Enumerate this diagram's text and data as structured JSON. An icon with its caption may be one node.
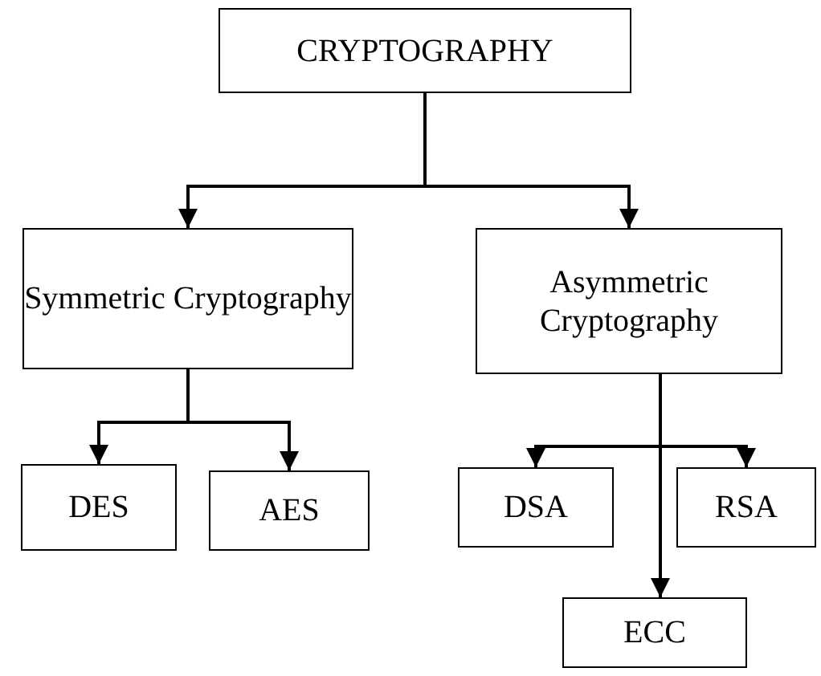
{
  "diagram": {
    "nodes": [
      {
        "text": [
          "CRYPTOGRAPHY"
        ]
      },
      {
        "text": [
          "Symmetric Cryptography"
        ]
      },
      {
        "text": [
          "Asymmetric Cryptography"
        ]
      },
      {
        "text": [
          "DES"
        ]
      },
      {
        "text": [
          "AES"
        ]
      },
      {
        "text": [
          "DSA"
        ]
      },
      {
        "text": [
          "RSA"
        ]
      },
      {
        "text": [
          "ECC"
        ]
      }
    ],
    "edges": [
      {
        "from": 0,
        "to": 1,
        "arrow": "to"
      },
      {
        "from": 0,
        "to": 2,
        "arrow": "to"
      },
      {
        "from": 1,
        "to": 3,
        "arrow": "to"
      },
      {
        "from": 1,
        "to": 4,
        "arrow": "to"
      },
      {
        "from": 2,
        "to": 5,
        "arrow": "to"
      },
      {
        "from": 2,
        "to": 6,
        "arrow": "to"
      },
      {
        "from": 2,
        "to": 7,
        "arrow": "to"
      }
    ]
  }
}
